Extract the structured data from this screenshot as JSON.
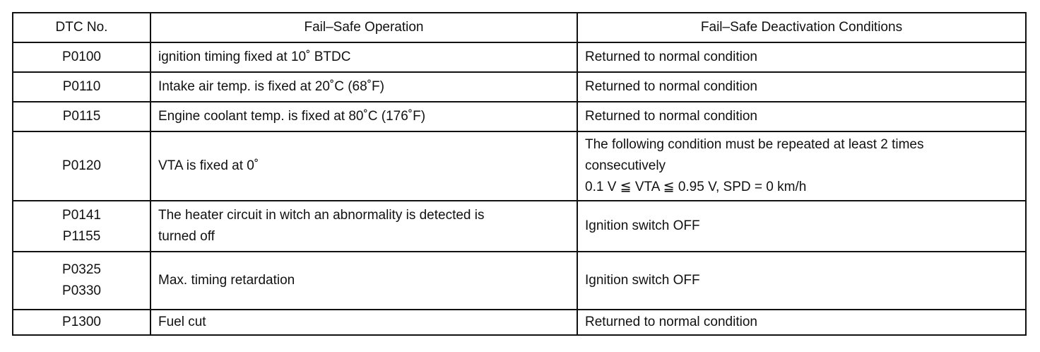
{
  "table": {
    "headers": [
      "DTC No.",
      "Fail–Safe Operation",
      "Fail–Safe Deactivation Conditions"
    ],
    "rows": [
      {
        "codes": [
          "P0100"
        ],
        "operation": [
          "ignition timing fixed at 10˚ BTDC"
        ],
        "deactivation": [
          "Returned to normal condition"
        ]
      },
      {
        "codes": [
          "P0110"
        ],
        "operation": [
          "Intake air temp. is fixed at 20˚C (68˚F)"
        ],
        "deactivation": [
          "Returned to normal condition"
        ]
      },
      {
        "codes": [
          "P0115"
        ],
        "operation": [
          "Engine coolant temp. is fixed at 80˚C (176˚F)"
        ],
        "deactivation": [
          "Returned to normal condition"
        ]
      },
      {
        "codes": [
          "P0120"
        ],
        "operation": [
          "VTA is fixed at 0˚"
        ],
        "deactivation": [
          "The following condition must be repeated at least 2 times",
          "consecutively",
          "0.1 V ≦ VTA  ≦ 0.95 V, SPD = 0 km/h"
        ]
      },
      {
        "codes": [
          "P0141",
          "P1155"
        ],
        "operation": [
          "The heater circuit in witch an abnormality is detected is",
          "turned off"
        ],
        "deactivation": [
          "Ignition switch OFF"
        ]
      },
      {
        "codes": [
          "P0325",
          "P0330"
        ],
        "operation": [
          "Max. timing retardation"
        ],
        "deactivation": [
          "Ignition switch OFF"
        ]
      },
      {
        "codes": [
          "P1300"
        ],
        "operation": [
          "Fuel cut"
        ],
        "deactivation": [
          "Returned to normal condition"
        ]
      }
    ]
  }
}
